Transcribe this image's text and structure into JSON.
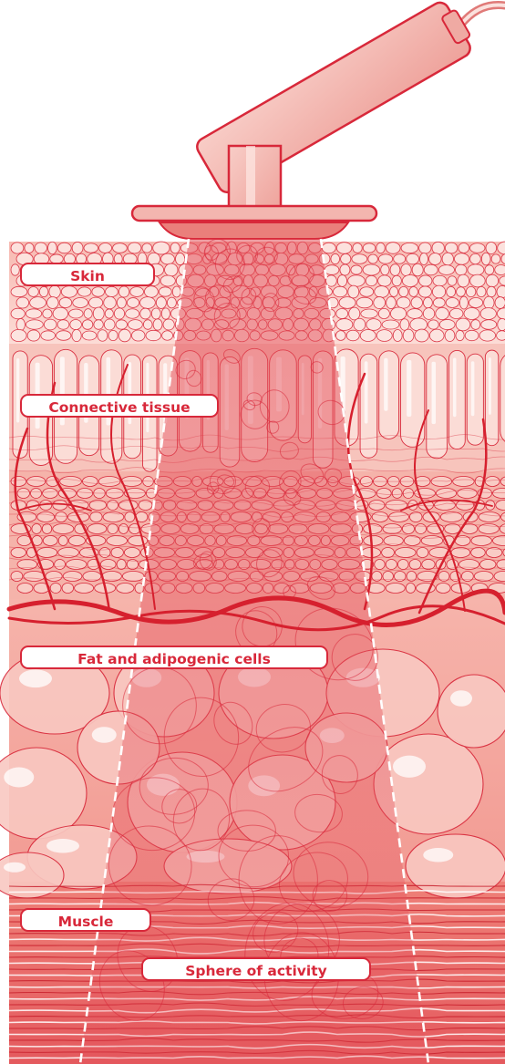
{
  "labels": {
    "skin": "Skin",
    "connective_tissue": "Connective tissue",
    "fat": "Fat and adipogenic cells",
    "muscle": "Muscle",
    "sphere": "Sphere of activity"
  },
  "colors": {
    "accent": "#d8283a",
    "tissue_light": "#fbd9d3",
    "tissue_mid": "#f4aaa0",
    "tissue_dark": "#e86a6a",
    "device": "#f2b3ad"
  }
}
